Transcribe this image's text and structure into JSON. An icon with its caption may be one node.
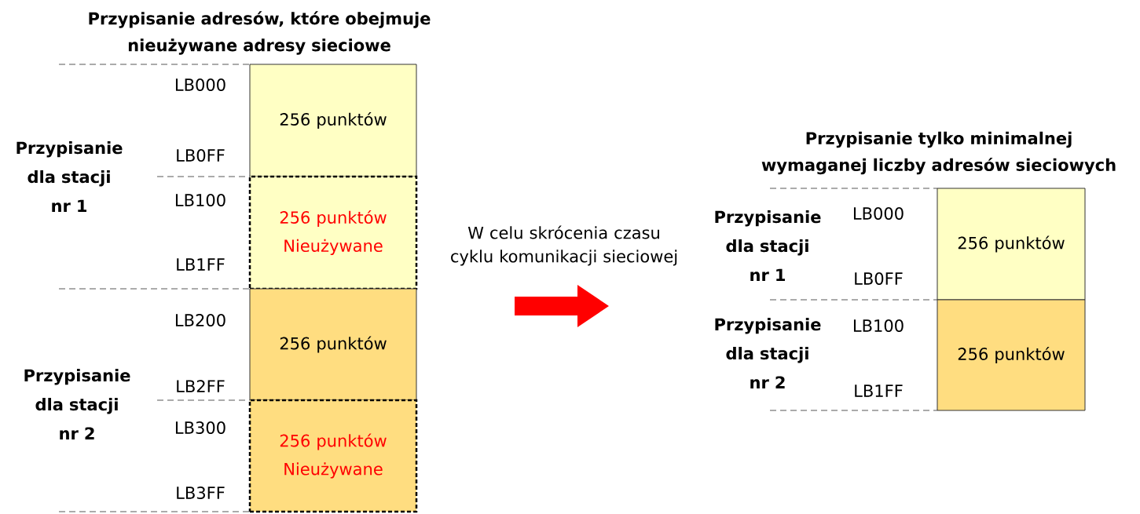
{
  "diagram": {
    "nodes": [
      {
        "text": [
          "256 punktów"
        ]
      },
      {
        "text": [
          "256 punktów Nieużywane"
        ]
      },
      {
        "text": [
          "256 punktów"
        ]
      },
      {
        "text": [
          "256 punktów Nieużywane"
        ]
      },
      {
        "text": [
          "256 punktów"
        ]
      },
      {
        "text": [
          "256 punktów"
        ]
      }
    ],
    "labels": [
      "Przypisanie adresów, które obejmuje nieużywane adresy sieciowe",
      "Przypisanie tylko minimalnej wymaganej liczby adresów sieciowych",
      "LB000",
      "LB0FF",
      "LB100",
      "LB1FF",
      "LB200",
      "LB2FF",
      "LB300",
      "LB3FF",
      "Przypisanie dla stacji nr 1",
      "Przypisanie dla stacji nr 2",
      "W celu skrócenia czasu cyklu komunikacji sieciowej",
      "Przypisanie dla stacji nr 1",
      "LB000",
      "LB0FF",
      "Przypisanie dla stacji nr 2",
      "LB100",
      "LB1FF"
    ]
  }
}
